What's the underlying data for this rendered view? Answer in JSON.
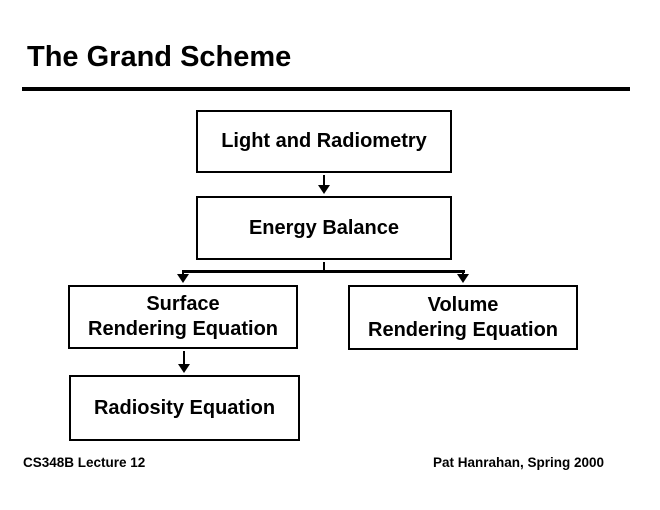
{
  "slide": {
    "title": "The Grand Scheme",
    "footer_left": "CS348B Lecture 12",
    "footer_right": "Pat Hanrahan, Spring 2000"
  },
  "diagram": {
    "type": "flowchart",
    "nodes": [
      {
        "id": "light",
        "label": "Light and Radiometry"
      },
      {
        "id": "energy",
        "label": "Energy Balance"
      },
      {
        "id": "surface",
        "label": "Surface\nRendering Equation"
      },
      {
        "id": "volume",
        "label": "Volume\nRendering Equation"
      },
      {
        "id": "radiosity",
        "label": "Radiosity Equation"
      }
    ],
    "edges": [
      {
        "from": "light",
        "to": "energy"
      },
      {
        "from": "energy",
        "to": "surface"
      },
      {
        "from": "energy",
        "to": "volume"
      },
      {
        "from": "surface",
        "to": "radiosity"
      }
    ]
  },
  "colors": {
    "background": "#ffffff",
    "text": "#000000",
    "line": "#000000",
    "box_border": "#000000",
    "box_fill": "#ffffff"
  }
}
